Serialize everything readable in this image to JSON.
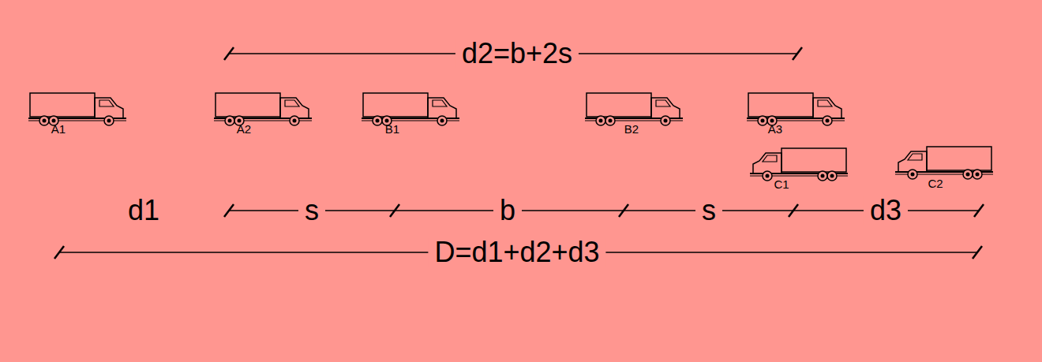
{
  "diagram": {
    "labels": [
      "d2=b+2s",
      "A1",
      "A2",
      "B1",
      "B2",
      "A3",
      "C1",
      "C2",
      "d1",
      "s",
      "b",
      "s",
      "d3",
      "D=d1+d2+d3"
    ]
  }
}
